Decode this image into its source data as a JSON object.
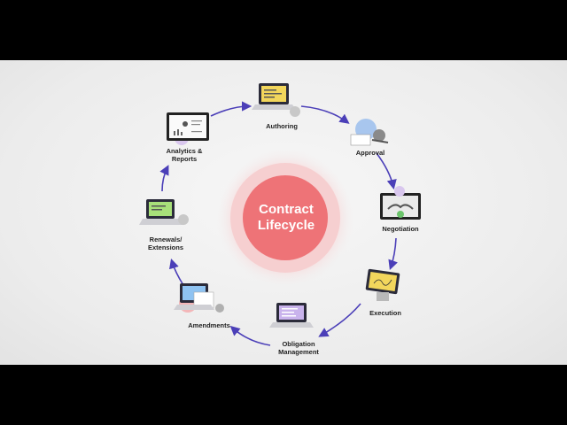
{
  "diagram": {
    "center_label": "Contract\nLifecycle",
    "stages": [
      {
        "id": "authoring",
        "label": "Authoring"
      },
      {
        "id": "approval",
        "label": "Approval"
      },
      {
        "id": "negotiation",
        "label": "Negotiation"
      },
      {
        "id": "execution",
        "label": "Execution"
      },
      {
        "id": "obligation",
        "label": "Obligation\nManagement"
      },
      {
        "id": "amendments",
        "label": "Amendments"
      },
      {
        "id": "renewals",
        "label": "Renewals/\nExtensions"
      },
      {
        "id": "analytics",
        "label": "Analytics &\nReports"
      }
    ],
    "colors": {
      "center_fill": "#ee7377",
      "center_halo": "#f6c7c9",
      "arrow": "#4b3fb8",
      "screen_yellow": "#f2d65c",
      "screen_green": "#a8e07a"
    }
  }
}
